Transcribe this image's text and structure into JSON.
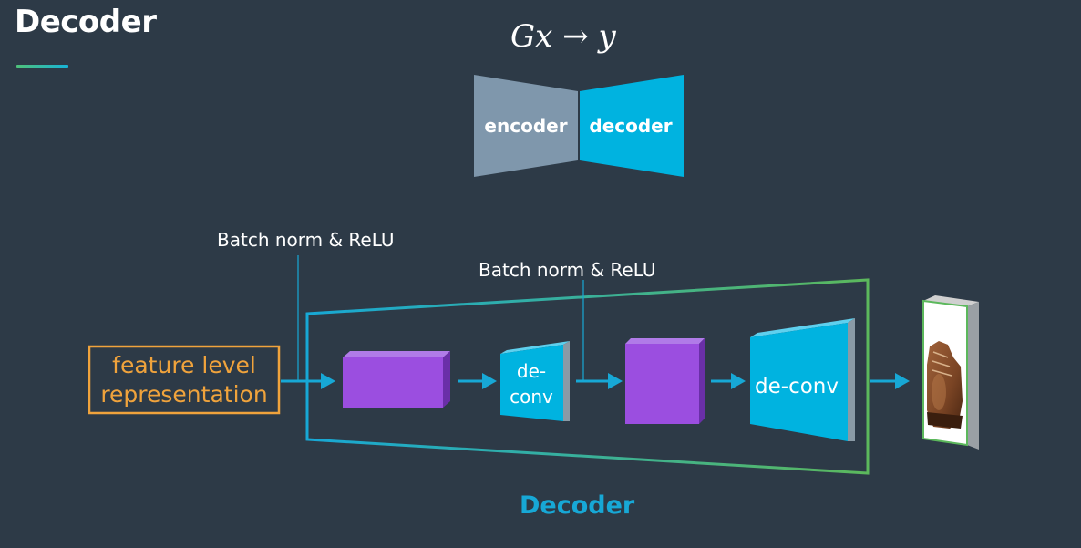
{
  "slide": {
    "title": "Decoder",
    "equation": "Gx → y",
    "bottom_label": "Decoder"
  },
  "overview": {
    "encoder_label": "encoder",
    "decoder_label": "decoder"
  },
  "pipeline": {
    "input_label_line1": "feature level",
    "input_label_line2": "representation",
    "annotation_1": "Batch norm & ReLU",
    "annotation_2": "Batch norm & ReLU",
    "deconv_small_line1": "de-",
    "deconv_small_line2": "conv",
    "deconv_large": "de-conv"
  },
  "colors": {
    "background": "#2d3a47",
    "encoder": "#7f97ac",
    "decoder": "#00b3e0",
    "feature_map": "#9b4ee0",
    "input_box": "#f0a33c",
    "frame_green": "#5cb85c",
    "arrow": "#17a8d6"
  }
}
